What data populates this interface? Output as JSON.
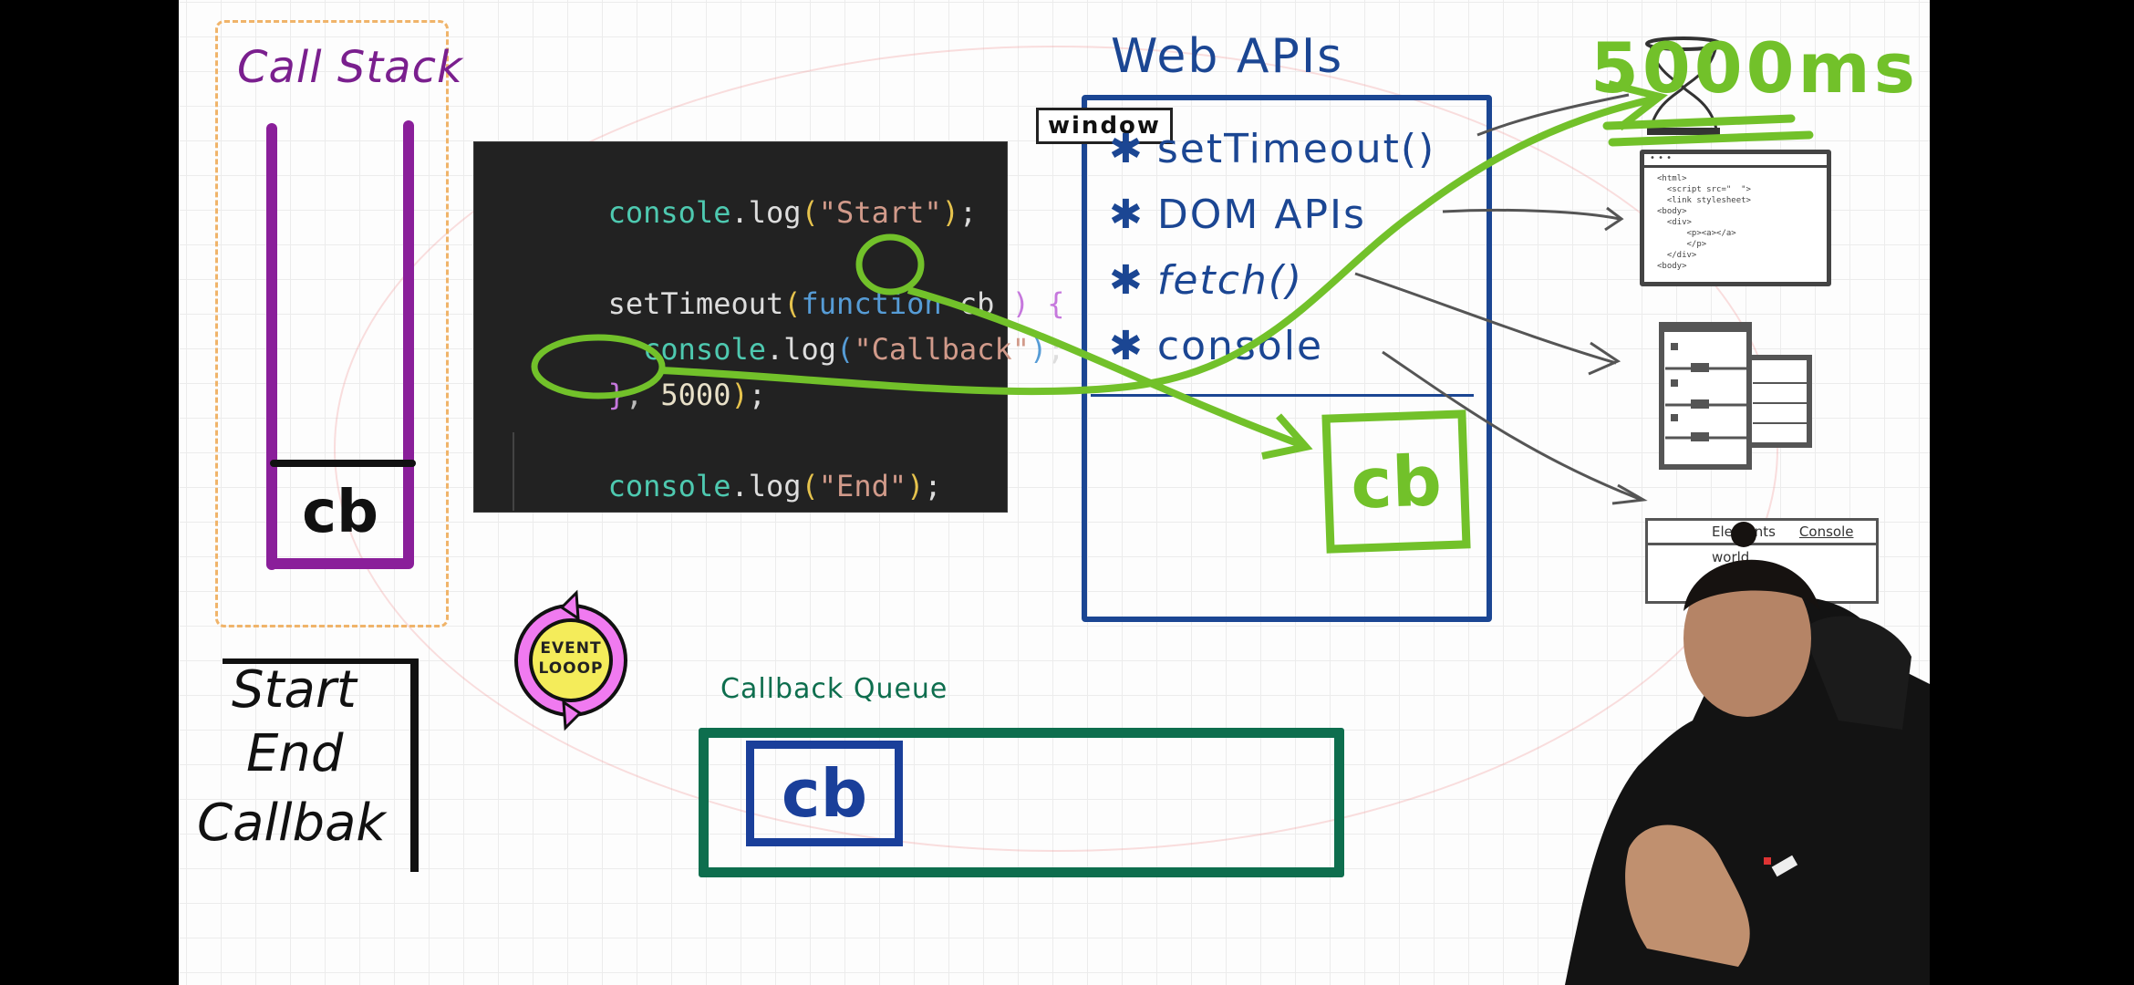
{
  "call_stack": {
    "title": "Call Stack",
    "items": [
      "cb"
    ]
  },
  "code": {
    "lines": [
      {
        "id": "line1",
        "parts": [
          [
            "console",
            "fn"
          ],
          [
            ".log",
            "txt"
          ],
          [
            "(",
            "p"
          ],
          [
            "\"Start\"",
            "str"
          ],
          [
            ")",
            "p"
          ],
          [
            ";",
            "txt"
          ]
        ]
      },
      {
        "id": "line3",
        "parts": [
          [
            "setTimeout",
            "txt"
          ],
          [
            "(",
            "p"
          ],
          [
            "function",
            "kw"
          ],
          [
            " ",
            "txt"
          ],
          [
            "cb",
            "txt"
          ],
          [
            " ) ",
            "br"
          ],
          [
            "{",
            "br"
          ]
        ]
      },
      {
        "id": "line4",
        "parts": [
          [
            "  console",
            "fn"
          ],
          [
            ".log",
            "txt"
          ],
          [
            "(",
            "kw"
          ],
          [
            "\"Callback\"",
            "str"
          ],
          [
            ")",
            "kw"
          ],
          [
            ";",
            "txt"
          ]
        ]
      },
      {
        "id": "line5",
        "parts": [
          [
            "}",
            "br"
          ],
          [
            ", ",
            "dim"
          ],
          [
            "5000",
            "num"
          ],
          [
            ")",
            "p"
          ],
          [
            ";",
            "txt"
          ]
        ]
      },
      {
        "id": "line7",
        "parts": [
          [
            "console",
            "fn"
          ],
          [
            ".log",
            "txt"
          ],
          [
            "(",
            "p"
          ],
          [
            "\"End\"",
            "str"
          ],
          [
            ")",
            "p"
          ],
          [
            ";",
            "txt"
          ]
        ]
      }
    ],
    "highlighted": [
      "cb",
      "5000"
    ]
  },
  "web_apis": {
    "title": "Web APIs",
    "window_label": "window",
    "items": [
      "setTimeout()",
      "DOM APIs",
      "fetch()",
      "console"
    ],
    "pending": "cb"
  },
  "timer": {
    "label": "5000ms",
    "icon": "hourglass-icon"
  },
  "right_icons": {
    "browser_code": "<html>\n  <script src=\"  \">\n  <link stylesheet>\n<body>\n  <div>\n      <p><a></a>\n      </p>\n  </div>\n<body>",
    "server_icon": "server-icon",
    "devtools": {
      "tabs": [
        "Elements",
        "Console"
      ],
      "active_tab": "Console",
      "output": "world"
    }
  },
  "console_output": {
    "lines": [
      "Start",
      "End",
      "Callbak"
    ]
  },
  "event_loop": {
    "label_line1": "EVENT",
    "label_line2": "LOOOP"
  },
  "callback_queue": {
    "title": "Callback Queue",
    "items": [
      "cb"
    ]
  },
  "colors": {
    "call_stack": "#8a1f9a",
    "web_apis": "#1b4693",
    "annotation_green": "#72c12a",
    "callback_queue": "#0e6e4e",
    "queue_item": "#1a3f9a",
    "event_loop_ring": "#f07af0",
    "event_loop_center": "#f4ec5a",
    "dashed_border": "#f0b46a"
  }
}
